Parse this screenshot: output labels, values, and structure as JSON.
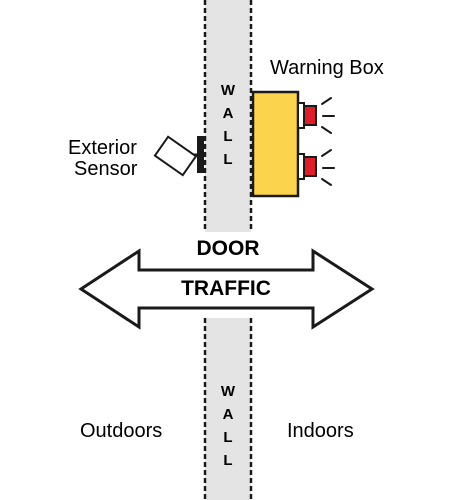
{
  "diagram": {
    "wall_upper": {
      "letters": [
        "W",
        "A",
        "L",
        "L"
      ]
    },
    "wall_lower": {
      "letters": [
        "W",
        "A",
        "L",
        "L"
      ]
    },
    "warning_box": {
      "label": "Warning Box"
    },
    "sensor": {
      "label_line1": "Exterior",
      "label_line2": "Sensor"
    },
    "arrow": {
      "top_label": "DOOR",
      "center_label": "TRAFFIC"
    },
    "sides": {
      "left": "Outdoors",
      "right": "Indoors"
    },
    "colors": {
      "wall_fill": "#e4e4e4",
      "warning_box_fill": "#fcd34d",
      "light_fill": "#dc1f2a",
      "outline": "#1a1a1a",
      "sensor_fill": "#ffffff"
    }
  }
}
